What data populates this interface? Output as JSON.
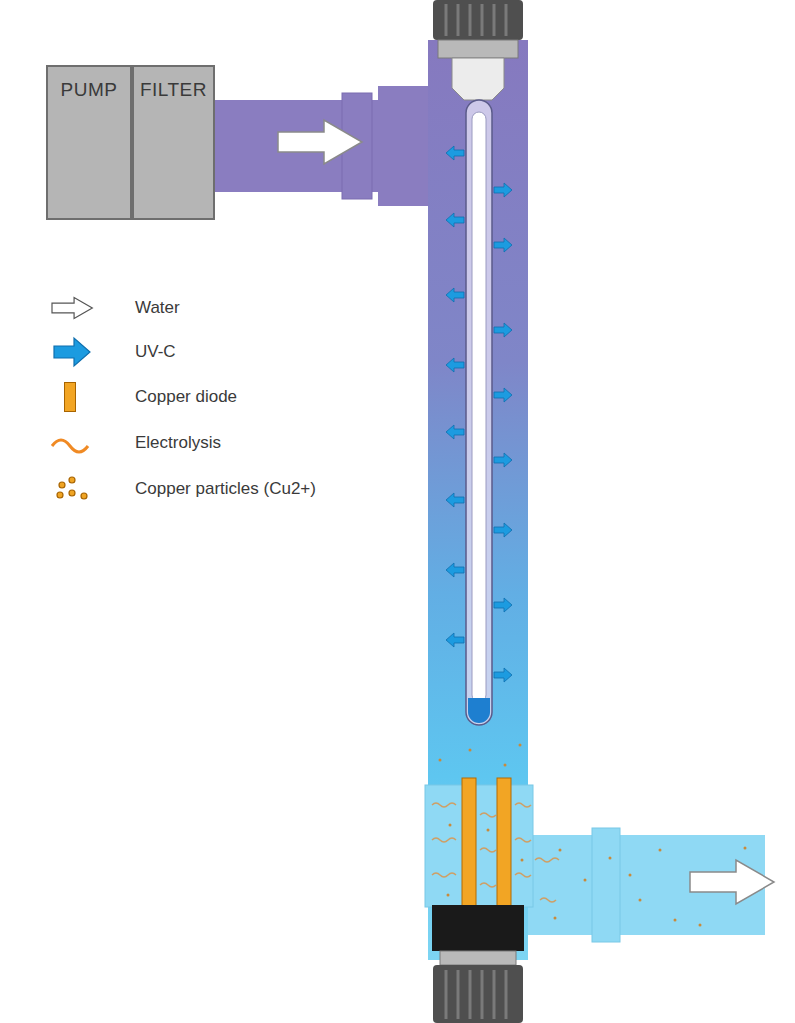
{
  "diagram": {
    "nodes": [
      {
        "text": [
          "PUMP"
        ]
      },
      {
        "text": [
          "FILTER"
        ]
      }
    ],
    "legend": [
      {
        "text": "Water"
      },
      {
        "text": "UV-C"
      },
      {
        "text": "Copper diode",
        "color": "#f2a524"
      },
      {
        "text": "Electrolysis"
      },
      {
        "text": "Copper particles (Cu2+)"
      }
    ]
  }
}
